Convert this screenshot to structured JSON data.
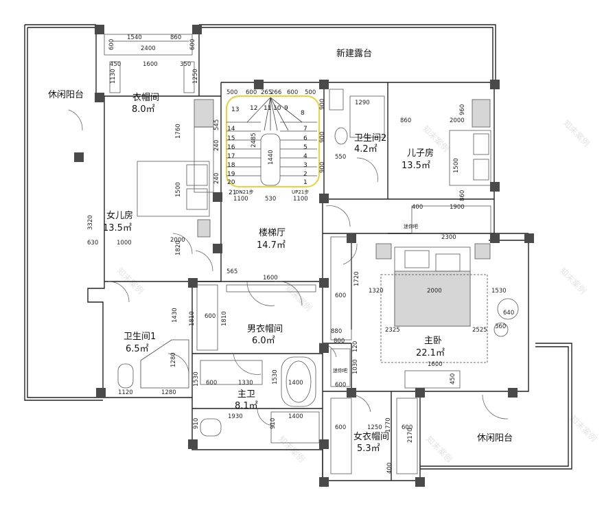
{
  "rooms": [
    {
      "id": "terrace-new",
      "name": "新建露台",
      "area": ""
    },
    {
      "id": "leisure-balcony-left",
      "name": "休闲阳台",
      "area": ""
    },
    {
      "id": "cloakroom",
      "name": "衣帽间",
      "area": "8.0㎡"
    },
    {
      "id": "daughter-room",
      "name": "女儿房",
      "area": "13.5㎡"
    },
    {
      "id": "stair-hall",
      "name": "楼梯厅",
      "area": "14.7㎡"
    },
    {
      "id": "bathroom-2",
      "name": "卫生间2",
      "area": "4.2㎡"
    },
    {
      "id": "son-room",
      "name": "儿子房",
      "area": "13.5㎡"
    },
    {
      "id": "mini-bar-top",
      "name": "迷你吧",
      "area": ""
    },
    {
      "id": "master-bedroom",
      "name": "主卧",
      "area": "22.1㎡"
    },
    {
      "id": "mens-cloakroom",
      "name": "男衣帽间",
      "area": "6.0㎡"
    },
    {
      "id": "bathroom-1",
      "name": "卫生间1",
      "area": "6.5㎡"
    },
    {
      "id": "master-bath",
      "name": "主卫",
      "area": "8.1㎡"
    },
    {
      "id": "mini-bar-bottom",
      "name": "迷你吧",
      "area": ""
    },
    {
      "id": "womens-cloakroom",
      "name": "女衣帽间",
      "area": "5.3㎡"
    },
    {
      "id": "leisure-balcony-right",
      "name": "休闲阳台",
      "area": ""
    }
  ],
  "stairs": {
    "steps_left": [
      "13",
      "14",
      "15",
      "16",
      "17",
      "18",
      "19",
      "20",
      "21"
    ],
    "steps_top": [
      "12",
      "11",
      "10",
      "9"
    ],
    "steps_right": [
      "8",
      "7",
      "6",
      "5",
      "4",
      "3",
      "2",
      "1"
    ],
    "dn_label": "DN21步",
    "up_label": "UP21步"
  },
  "dimensions": {
    "d1540": "1540",
    "d860a": "860",
    "d600a": "600",
    "d2400": "2400",
    "d450": "450",
    "d1600a": "1600",
    "d350": "350",
    "d1130": "1130",
    "d1250": "1250",
    "d500a": "500",
    "d600b": "600",
    "d265a": "265",
    "d265b": "266",
    "d600c": "600",
    "d500b": "500",
    "d1290": "1290",
    "d860b": "860",
    "d960": "960",
    "d545": "545",
    "d240a": "240",
    "d1760": "1760",
    "d2485": "2485",
    "d1440": "1440",
    "d900a": "900",
    "d900b": "900",
    "d550": "550",
    "d900c": "900",
    "d240b": "240",
    "d1100a": "1100",
    "d530": "530",
    "d1100b": "1100",
    "d1500a": "1500",
    "d3320": "3320",
    "d630": "630",
    "d1000": "1000",
    "d2000a": "2000",
    "d1820": "1820",
    "d400a": "400",
    "d1900": "1900",
    "d860c": "860",
    "d2300": "2300",
    "d565": "565",
    "d1600b": "1600",
    "d1720": "1720",
    "d1320": "1320",
    "d2000b": "2000",
    "d1530a": "1530",
    "d600d": "600",
    "d600e": "600",
    "d1810a": "1810",
    "d1430": "1430",
    "d1810b": "1810",
    "d640": "640",
    "d360": "360",
    "d880": "880",
    "d800": "800",
    "d2325": "2325",
    "d2525": "2525",
    "d120a": "120",
    "d1030": "1030",
    "d1600c": "1600",
    "d450b": "450",
    "d1280a": "1280",
    "d1530b": "1530",
    "d600f": "600",
    "d1330": "1330",
    "d1400a": "1400",
    "d600g": "600",
    "d1120": "1120",
    "d1280b": "1280",
    "d1930": "1930",
    "d1400b": "1400",
    "d910a": "910",
    "d910b": "910",
    "d600h": "600",
    "d1250b": "1250",
    "d1770": "1770",
    "d600i": "600",
    "d2170": "2170",
    "d400b": "400",
    "d1500b": "1500"
  },
  "watermark": "知末案例",
  "colors": {
    "stair_highlight": "#e8d24a",
    "column": "#4a4a4a",
    "fill_grey": "#d6d6d6"
  }
}
